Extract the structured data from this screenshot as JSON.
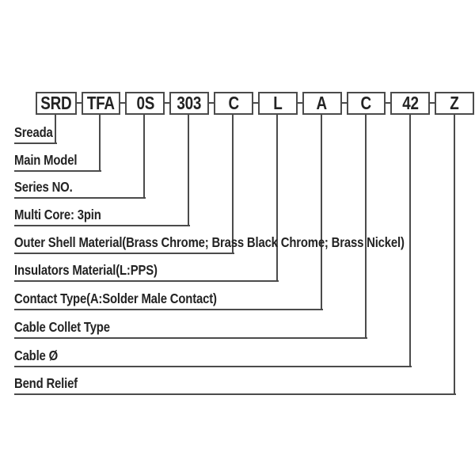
{
  "diagram": {
    "segments": [
      {
        "code": "SRD",
        "label": "Sreada"
      },
      {
        "code": "TFA",
        "label": "Main Model"
      },
      {
        "code": "0S",
        "label": "Series NO."
      },
      {
        "code": "303",
        "label": "Multi Core: 3pin"
      },
      {
        "code": "C",
        "label": "Outer Shell Material(Brass Chrome; Brass Black Chrome; Brass Nickel)"
      },
      {
        "code": "L",
        "label": "Insulators Material(L:PPS)"
      },
      {
        "code": "A",
        "label": "Contact Type(A:Solder Male Contact)"
      },
      {
        "code": "C",
        "label": "Cable Collet Type"
      },
      {
        "code": "42",
        "label": "Cable Ø"
      },
      {
        "code": "Z",
        "label": "Bend Relief"
      }
    ],
    "colors": {
      "line": "#4b4b4b",
      "text": "#232323",
      "background": "#ffffff"
    }
  }
}
